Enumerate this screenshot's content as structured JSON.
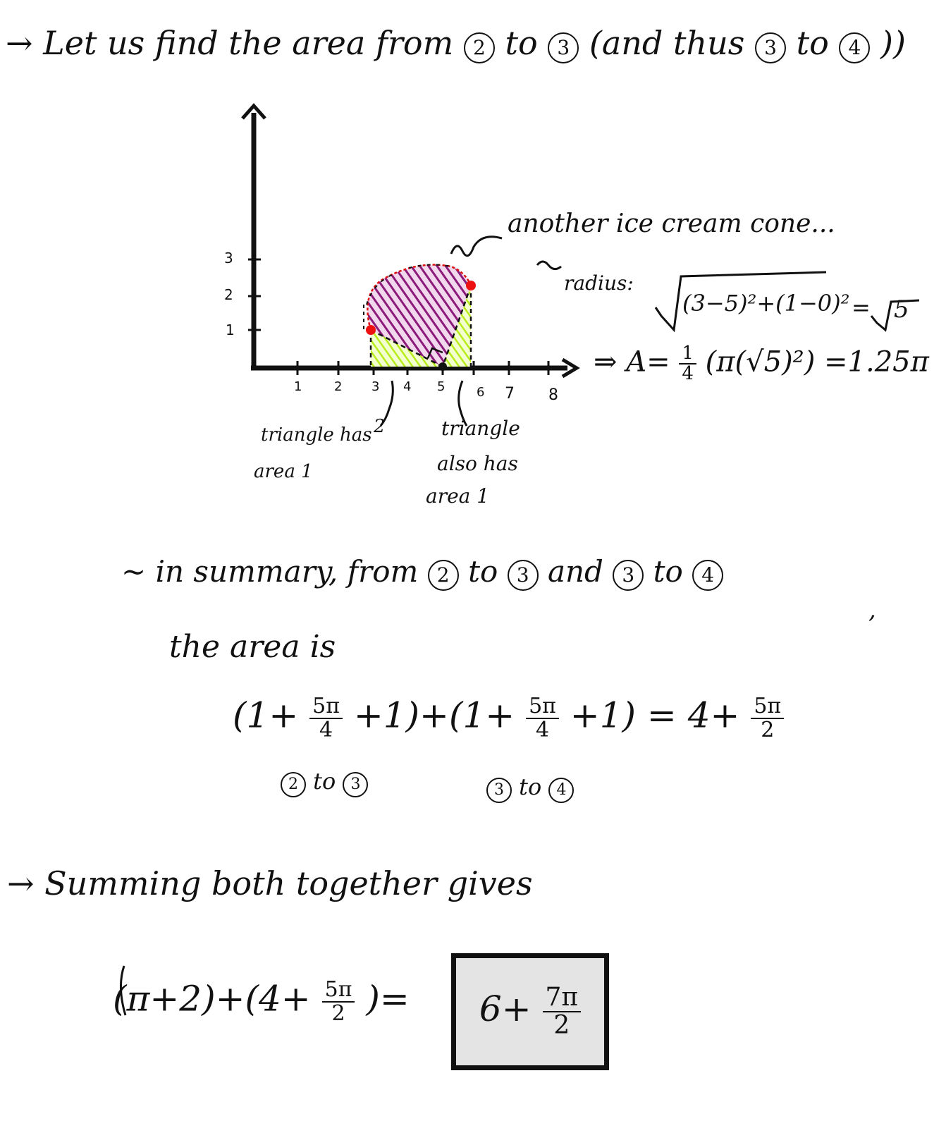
{
  "colors": {
    "ink": "#111111",
    "purple_hatch": "#8b1a7a",
    "green_hatch": "#b8ec1a",
    "red_arc": "#e01010",
    "red_point": "#ee1111",
    "answer_box_fill": "#e4e4e4"
  },
  "heading": {
    "arrow": "→",
    "text_a": "Let us find the area from",
    "c2": "2",
    "to_a": "to",
    "c3": "3",
    "paren_open": "(and thus",
    "c3b": "3",
    "to_b": "to",
    "c4": "4",
    "paren_close": "))"
  },
  "graph": {
    "y_ticks": [
      "1",
      "2",
      "3"
    ],
    "x_ticks": [
      "1",
      "2",
      "3",
      "4",
      "5",
      "6",
      "7",
      "8"
    ],
    "note_cone": "another ice cream cone...",
    "note_radius_label": "radius:",
    "radius_expr": "(3−5)²+(1−0)²",
    "radius_eq": "=",
    "radius_result": "5",
    "area_prefix": "⇒ A=",
    "area_frac_num": "1",
    "area_frac_den": "4",
    "area_body": "(π(√5)²)",
    "area_result": "=1.25π",
    "label_2": "2",
    "tri_left_line1": "triangle has",
    "tri_left_line2": "area 1",
    "tri_right_line1": "triangle",
    "tri_right_line2": "also has",
    "tri_right_line3": "area 1"
  },
  "summary": {
    "tilde": "~",
    "text_a": "in summary, from",
    "c2": "2",
    "to_a": "to",
    "c3": "3",
    "and": "and",
    "c3b": "3",
    "to_b": "to",
    "c4": "4",
    "comma": ",",
    "line2": "the area is",
    "eq_open1": "(1+",
    "frac1_num": "5π",
    "frac1_den": "4",
    "eq_mid1": "+1)+(1+",
    "frac2_num": "5π",
    "frac2_den": "4",
    "eq_mid2": "+1)",
    "eq_equals": "= 4+",
    "frac3_num": "5π",
    "frac3_den": "2",
    "under1_c2": "2",
    "under1_to": "to",
    "under1_c3": "3",
    "under2_c3": "3",
    "under2_to": "to",
    "under2_c4": "4"
  },
  "final": {
    "arrow": "→",
    "text": "Summing both together gives",
    "eq_left": "(π+2)+(4+",
    "frac_num": "5π",
    "frac_den": "2",
    "eq_right": ")=",
    "answer_whole": "6+",
    "answer_num": "7π",
    "answer_den": "2"
  }
}
